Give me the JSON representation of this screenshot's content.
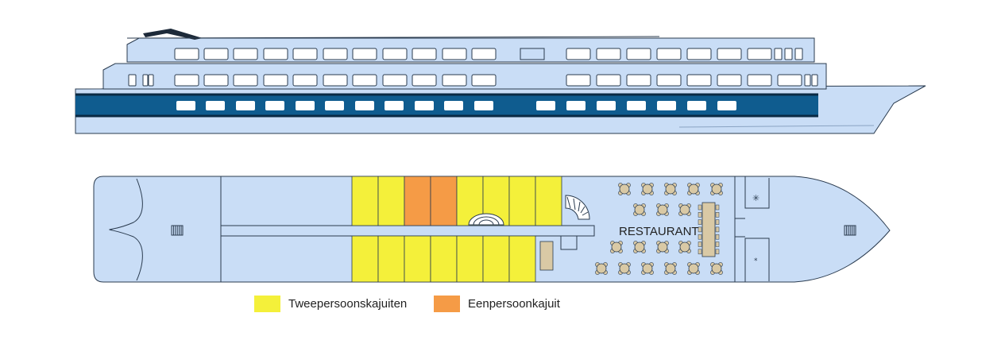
{
  "colors": {
    "hull": "#c9ddf6",
    "hull_dark": "#0f5c8f",
    "outline": "#2a3b4f",
    "two_person": "#f4f03a",
    "single": "#f59b46",
    "table": "#d9c9a5"
  },
  "deck_plan": {
    "restaurant_label": "RESTAURANT",
    "cabins": {
      "top_row": [
        "two-person",
        "two-person",
        "single",
        "single",
        "two-person",
        "two-person",
        "two-person",
        "two-person"
      ],
      "bottom_row": [
        "two-person",
        "two-person",
        "two-person",
        "two-person",
        "two-person",
        "two-person",
        "two-person"
      ]
    },
    "icons": [
      "stairs-icon",
      "snowflake-icon",
      "asterisk-icon",
      "ladder-icon"
    ]
  },
  "legend": {
    "items": [
      {
        "label": "Tweepersoonskajuiten",
        "color": "#f4f03a"
      },
      {
        "label": "Eenpersoonkajuit",
        "color": "#f59b46"
      }
    ]
  }
}
